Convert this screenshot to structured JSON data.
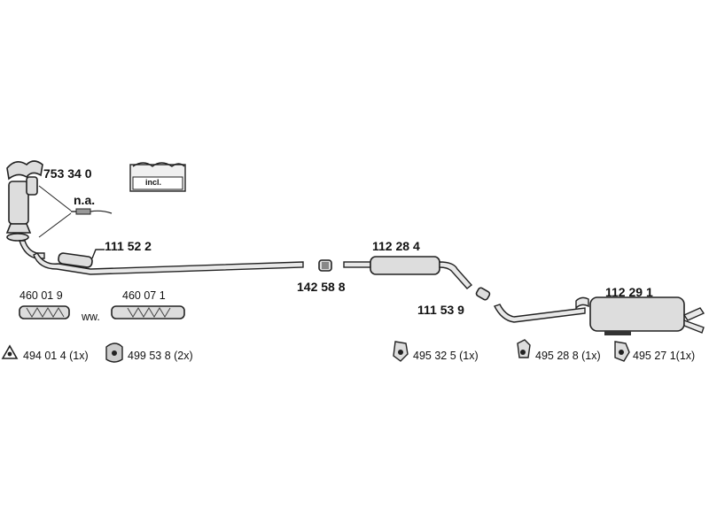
{
  "parts": {
    "manifold_catalyst": "753 34 0",
    "not_available": "n.a.",
    "included": "incl.",
    "front_pipe": "111 52 2",
    "flex_pipe_a": "460 01 9",
    "flex_pipe_b": "460 07 1",
    "ww": "ww.",
    "clamp": "142 58 8",
    "middle_silencer": "112 28 4",
    "connector": "111 53 9",
    "rear_silencer": "112 29 1"
  },
  "mounts": {
    "m1": "494 01 4 (1x)",
    "m2": "499 53 8 (2x)",
    "m3": "495 32 5 (1x)",
    "m4": "495 28 8 (1x)",
    "m5": "495 27 1(1x)"
  },
  "colors": {
    "line": "#222222",
    "fill": "#dddddd",
    "background": "#ffffff"
  }
}
